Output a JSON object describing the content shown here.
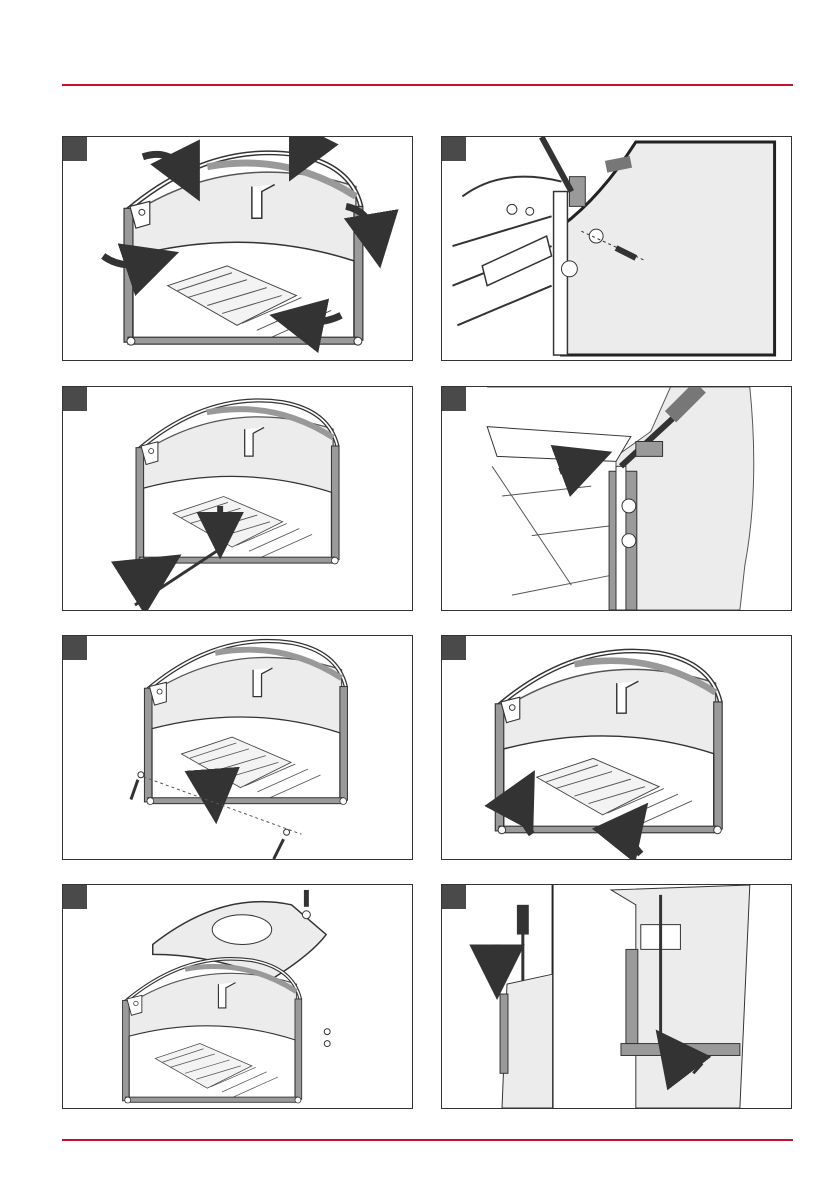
{
  "page": {
    "accent_color": "#c8102e",
    "badge_color": "#4a4a4a",
    "fabric_color": "#ececec",
    "strip_color": "#9a9a9a"
  },
  "steps": [
    {
      "id": "step-1",
      "content": "basket-frame-with-rotation-arrows"
    },
    {
      "id": "step-2",
      "content": "bolt-washer-nut-detail"
    },
    {
      "id": "step-3",
      "content": "insert-rod-into-bottom-sleeve"
    },
    {
      "id": "step-4",
      "content": "pin-into-frame-corner-detail"
    },
    {
      "id": "step-5",
      "content": "screws-and-nuts-bottom-rod"
    },
    {
      "id": "step-6",
      "content": "tuck-fabric-over-bottom-bar"
    },
    {
      "id": "step-7",
      "content": "attach-top-cover-with-screws"
    },
    {
      "id": "step-8",
      "content": "insert-handle-and-screw-detail"
    }
  ]
}
